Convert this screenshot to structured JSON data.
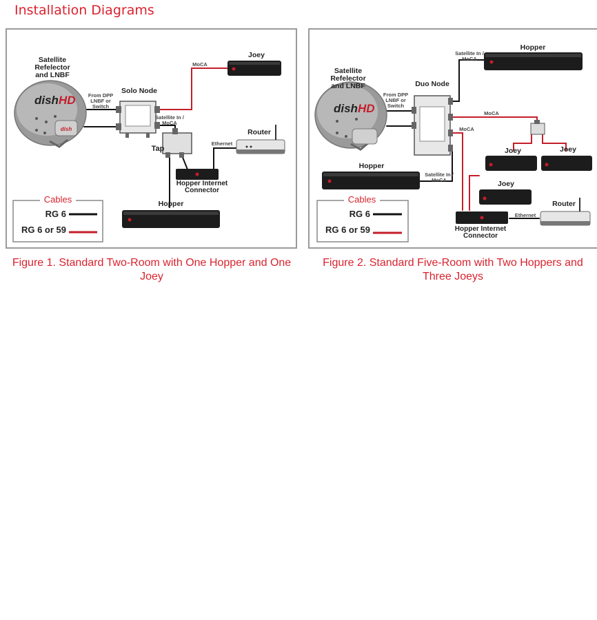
{
  "page": {
    "title": "Installation Diagrams"
  },
  "colors": {
    "accent": "#d9232e",
    "cable_black": "#111111",
    "cable_red": "#c41e2a",
    "border": "#9a9a9a",
    "device": "#1c1c1c"
  },
  "figure1": {
    "caption": "Figure 1. Standard Two-Room with One Hopper and One Joey",
    "dish_label": [
      "Satellite",
      "Refelector",
      "and LNBF"
    ],
    "dish_logo": "dishHD",
    "node_label": "Solo Node",
    "from_label": [
      "From DPP",
      "LNBF or",
      "Switch"
    ],
    "moca_label": "MoCA",
    "sat_in_label": [
      "Satellite In /",
      "MoCA"
    ],
    "tap_label": "Tap",
    "ethernet_label": "Ethernet",
    "router_label": "Router",
    "hic_label": [
      "Hopper Internet",
      "Connector"
    ],
    "joey_label": "Joey",
    "hopper_label": "Hopper",
    "legend": {
      "title": "Cables",
      "rg6": "RG 6",
      "rg6_59": "RG 6 or 59"
    }
  },
  "figure2": {
    "caption": "Figure 2. Standard Five-Room with Two Hoppers and Three Joeys",
    "dish_label": [
      "Satellite",
      "Refelector",
      "and LNBF"
    ],
    "dish_logo": "dishHD",
    "node_label": "Duo Node",
    "from_label": [
      "From DPP",
      "LNBF or",
      "Switch"
    ],
    "sat_in_top": [
      "Satellite In /",
      "MoCA"
    ],
    "sat_in_bottom": [
      "Satellite In /",
      "MoCA"
    ],
    "moca_label_1": "MoCA",
    "moca_label_2": "MoCA",
    "hopper_top": "Hopper",
    "hopper_left": "Hopper",
    "joey_1": "Joey",
    "joey_2": "Joey",
    "joey_3": "Joey",
    "router_label": "Router",
    "ethernet_label": "Ethernet",
    "hic_label": [
      "Hopper Internet",
      "Connector"
    ],
    "legend": {
      "title": "Cables",
      "rg6": "RG 6",
      "rg6_59": "RG 6 or 59"
    }
  }
}
